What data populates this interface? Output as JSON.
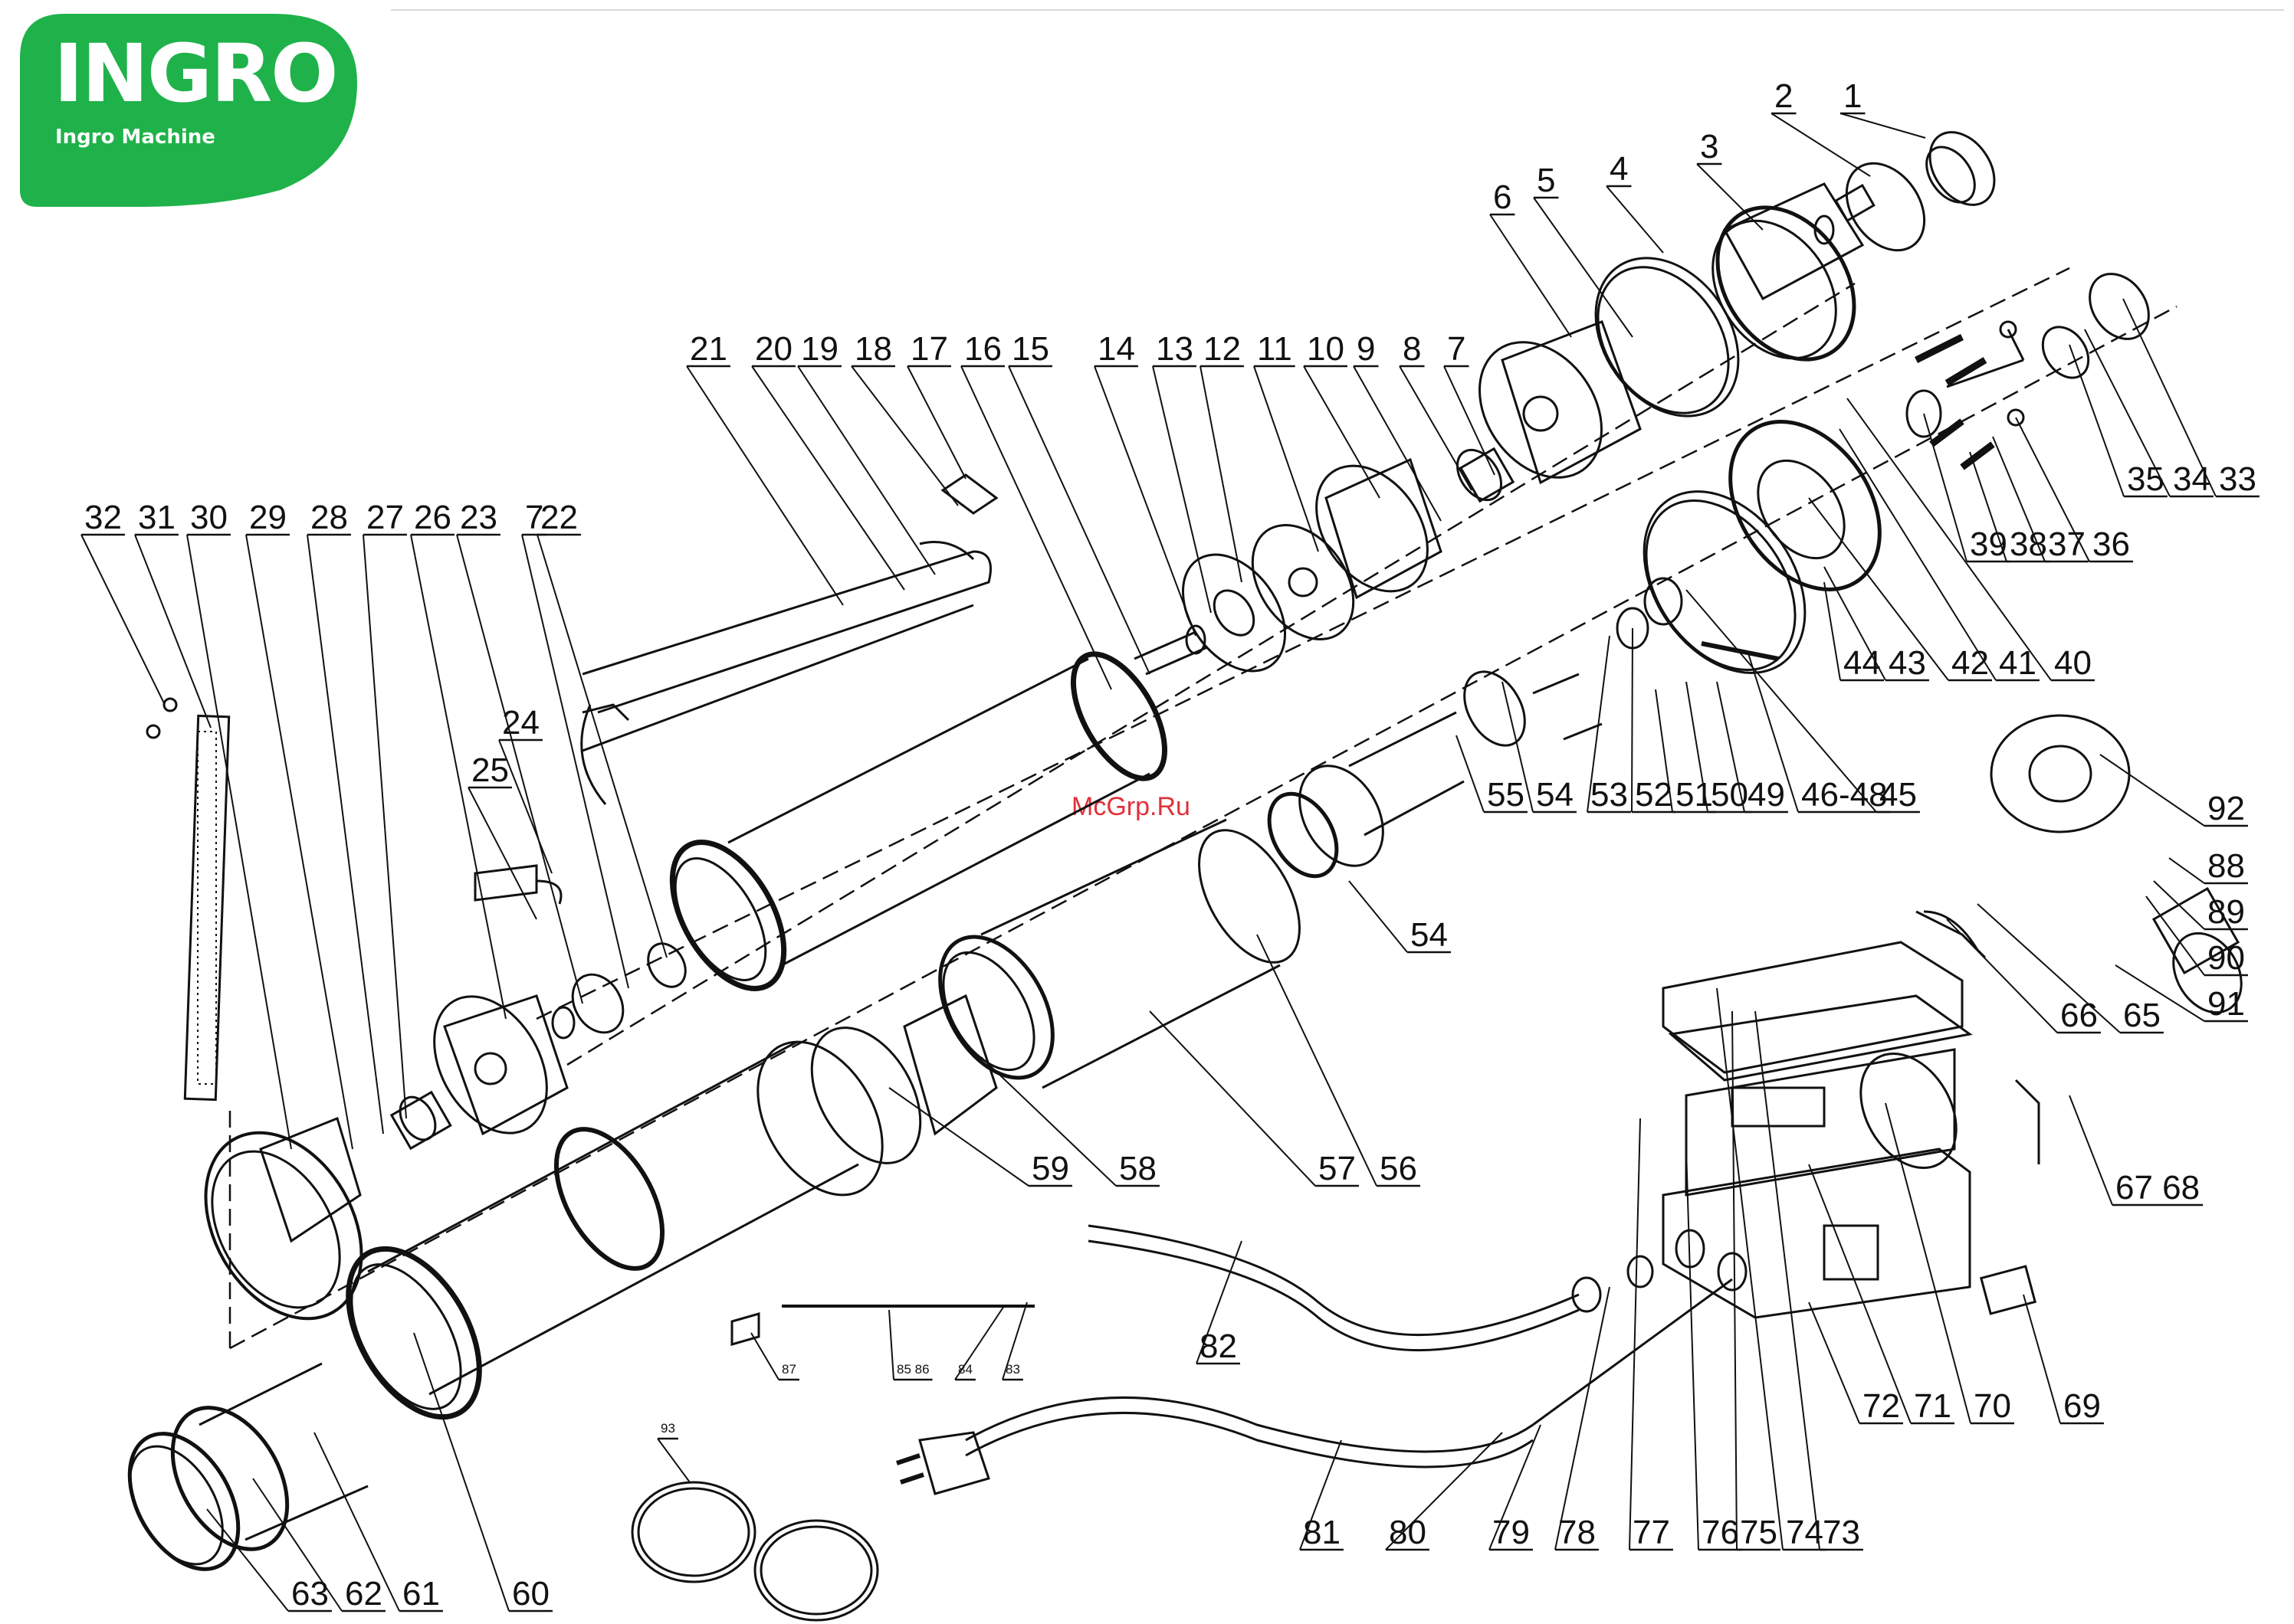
{
  "brand": {
    "name": "INGRO",
    "subtitle": "Ingro Machine",
    "color": "#1fb24a"
  },
  "watermark": "McGrp.Ru",
  "callouts": [
    "1",
    "2",
    "3",
    "4",
    "5",
    "6",
    "7",
    "8",
    "9",
    "10",
    "11",
    "12",
    "13",
    "14",
    "15",
    "16",
    "17",
    "18",
    "19",
    "20",
    "21",
    "22",
    "23",
    "24",
    "25",
    "26",
    "27",
    "28",
    "29",
    "30",
    "31",
    "32",
    "33",
    "34",
    "35",
    "36",
    "37",
    "38",
    "39",
    "40",
    "41",
    "42",
    "43",
    "44",
    "45",
    "46-48",
    "49",
    "50",
    "51",
    "52",
    "53",
    "54",
    "55",
    "56",
    "57",
    "58",
    "59",
    "60",
    "61",
    "62",
    "63",
    "65",
    "66",
    "67 68",
    "69",
    "70",
    "71",
    "72",
    "73",
    "74",
    "75",
    "76",
    "77",
    "78",
    "79",
    "80",
    "81",
    "82",
    "83",
    "84",
    "85 86",
    "87",
    "88",
    "89",
    "90",
    "91",
    "92",
    "93"
  ],
  "extra_callouts": [
    "7",
    "54"
  ]
}
